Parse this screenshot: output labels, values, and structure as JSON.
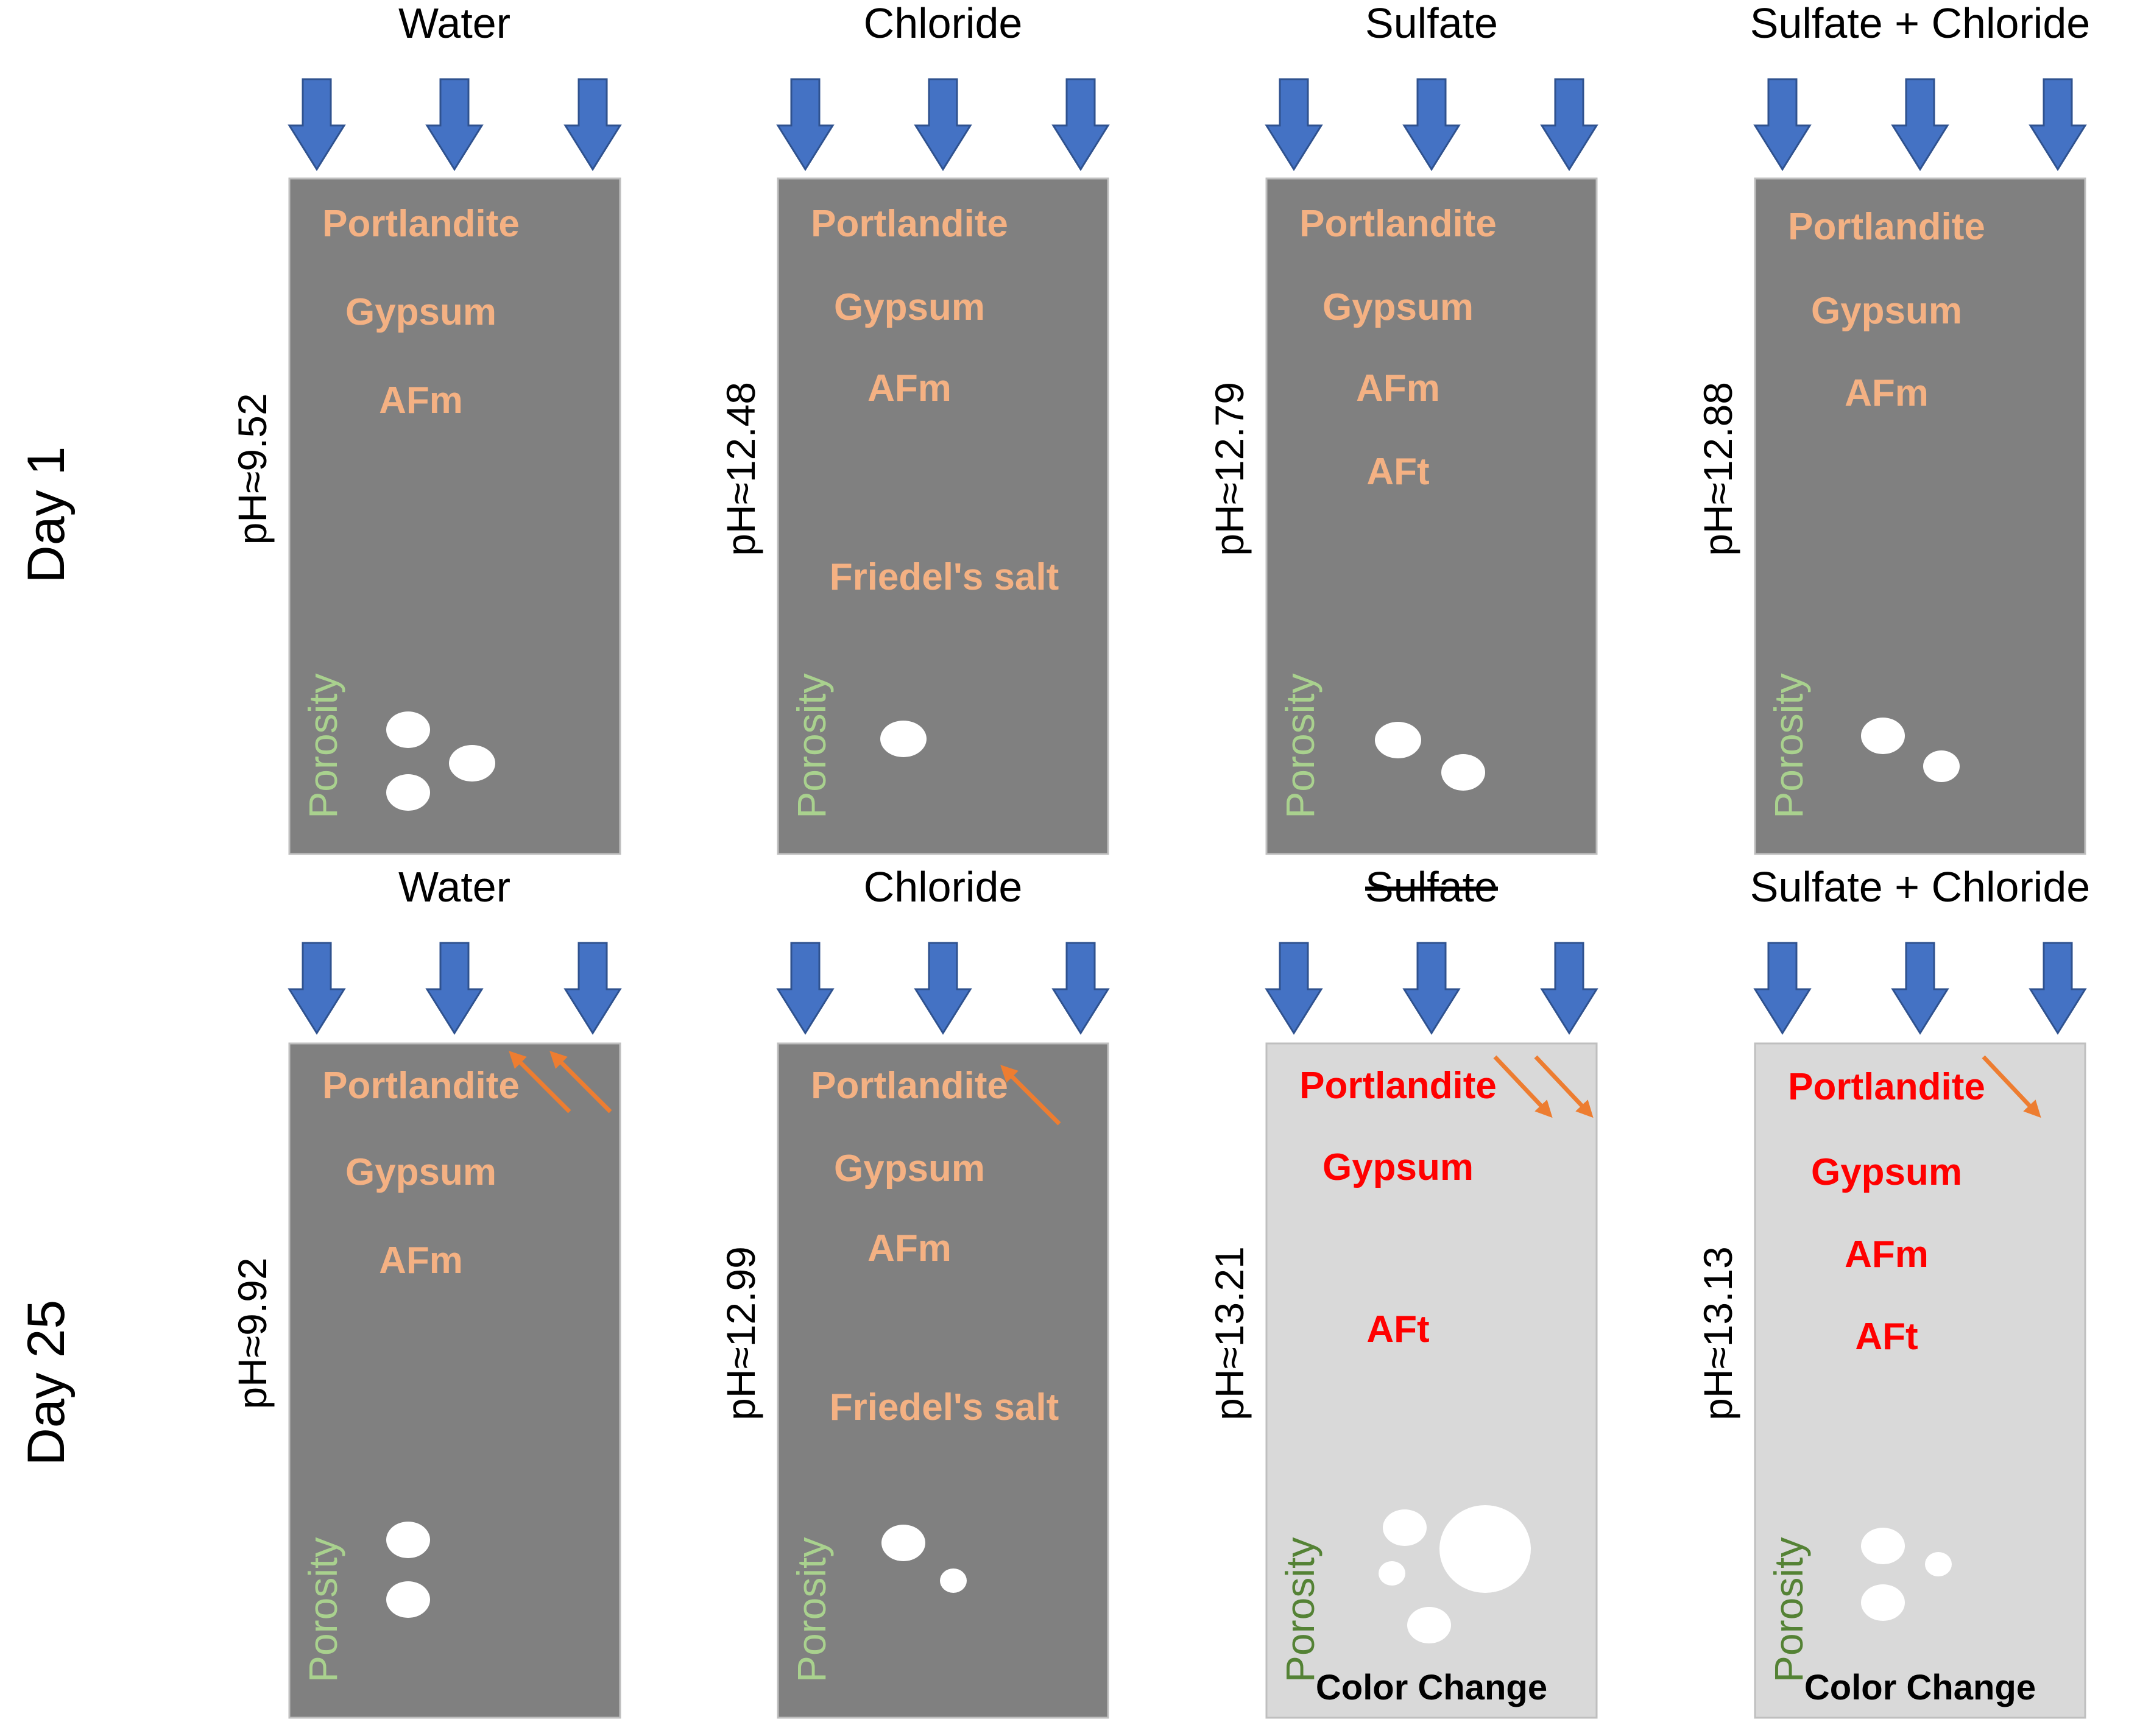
{
  "row_labels": [
    "Day 1",
    "Day 25"
  ],
  "rows": [
    {
      "panels": [
        {
          "title": "Water",
          "title_struck": false,
          "ph": "pH≈9.52",
          "porosity_label": "Porosity",
          "box_fill": "#808080",
          "phase_color": "#f4b183",
          "porosity_color": "#a9d18e",
          "phases": [
            "Portlandite",
            "Gypsum",
            "AFm"
          ],
          "footer": ""
        },
        {
          "title": "Chloride",
          "title_struck": false,
          "ph": "pH≈12.48",
          "porosity_label": "Porosity",
          "box_fill": "#808080",
          "phase_color": "#f4b183",
          "porosity_color": "#a9d18e",
          "phases": [
            "Portlandite",
            "Gypsum",
            "AFm",
            "Friedel's salt"
          ],
          "footer": ""
        },
        {
          "title": "Sulfate",
          "title_struck": false,
          "ph": "pH≈12.79",
          "porosity_label": "Porosity",
          "box_fill": "#808080",
          "phase_color": "#f4b183",
          "porosity_color": "#a9d18e",
          "phases": [
            "Portlandite",
            "Gypsum",
            "AFm",
            "AFt"
          ],
          "footer": ""
        },
        {
          "title": "Sulfate + Chloride",
          "title_struck": false,
          "ph": "pH≈12.88",
          "porosity_label": "Porosity",
          "box_fill": "#808080",
          "phase_color": "#f4b183",
          "porosity_color": "#a9d18e",
          "phases": [
            "Portlandite",
            "Gypsum",
            "AFm"
          ],
          "footer": ""
        }
      ]
    },
    {
      "panels": [
        {
          "title": "Water",
          "title_struck": false,
          "ph": "pH≈9.92",
          "porosity_label": "Porosity",
          "box_fill": "#808080",
          "phase_color": "#f4b183",
          "porosity_color": "#a9d18e",
          "phases": [
            "Portlandite",
            "Gypsum",
            "AFm"
          ],
          "footer": ""
        },
        {
          "title": "Chloride",
          "title_struck": false,
          "ph": "pH≈12.99",
          "porosity_label": "Porosity",
          "box_fill": "#808080",
          "phase_color": "#f4b183",
          "porosity_color": "#a9d18e",
          "phases": [
            "Portlandite",
            "Gypsum",
            "AFm",
            "Friedel's salt"
          ],
          "footer": ""
        },
        {
          "title": "Sulfate",
          "title_struck": true,
          "ph": "pH≈13.21",
          "porosity_label": "Porosity",
          "box_fill": "#d9d9d9",
          "phase_color": "#ff0000",
          "porosity_color": "#548235",
          "phases": [
            "Portlandite",
            "Gypsum",
            "AFt"
          ],
          "footer": "Color Change"
        },
        {
          "title": "Sulfate + Chloride",
          "title_struck": false,
          "ph": "pH≈13.13",
          "porosity_label": "Porosity",
          "box_fill": "#d9d9d9",
          "phase_color": "#ff0000",
          "porosity_color": "#548235",
          "phases": [
            "Portlandite",
            "Gypsum",
            "AFm",
            "AFt"
          ],
          "footer": "Color Change"
        }
      ]
    }
  ],
  "colors": {
    "inflow_arrow": "#4472c4",
    "change_arrow": "#ed7d31",
    "pore": "#ffffff",
    "text": "#000000"
  }
}
